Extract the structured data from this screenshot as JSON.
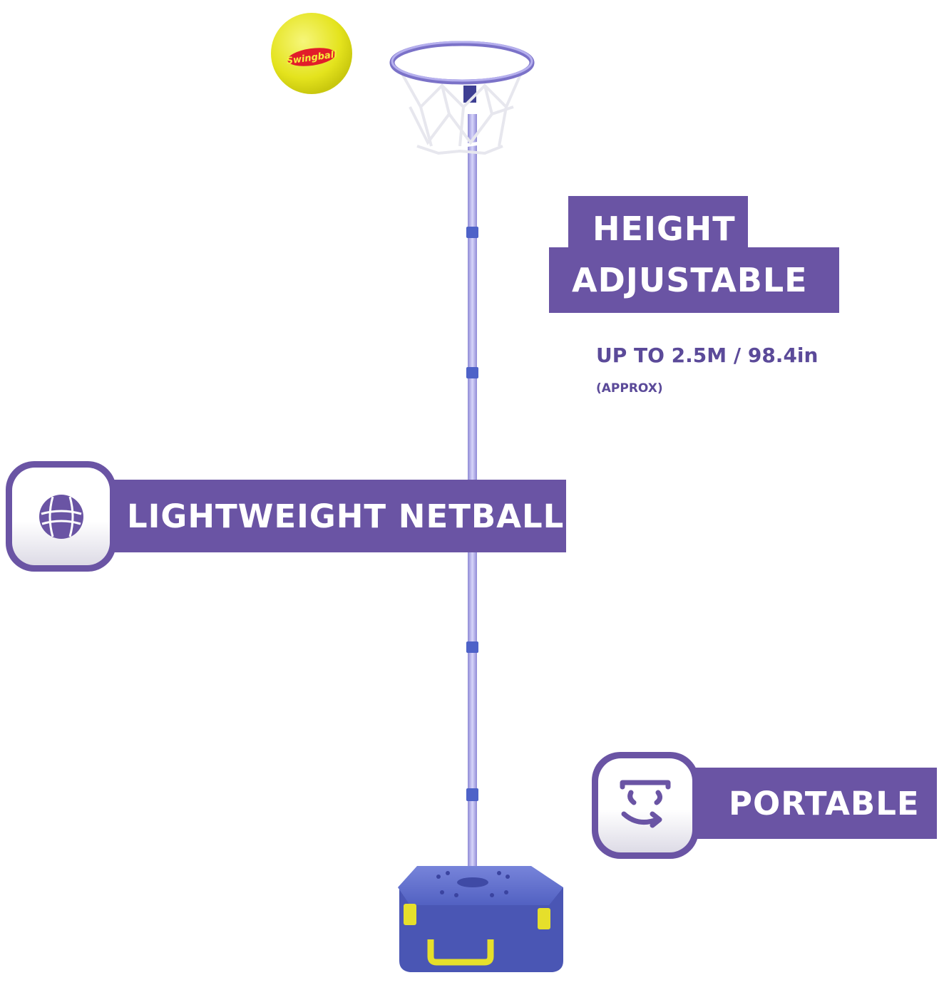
{
  "features": {
    "height": {
      "title_line1": "HEIGHT",
      "title_line2": "ADJUSTABLE",
      "spec": "UP TO 2.5M / 98.4in",
      "note": "(APPROX)"
    },
    "netball": {
      "label": "LIGHTWEIGHT NETBALL",
      "icon": "netball-icon"
    },
    "portable": {
      "label": "PORTABLE",
      "icon": "portable-arrows-icon"
    }
  },
  "product": {
    "ball_brand": "Swingball"
  },
  "colors": {
    "brand_purple": "#6a54a4",
    "ball_yellow": "#e9e827",
    "base_blue": "#4a56b4",
    "handle_yellow": "#e6df2b",
    "pole": "#a8a4e8"
  }
}
